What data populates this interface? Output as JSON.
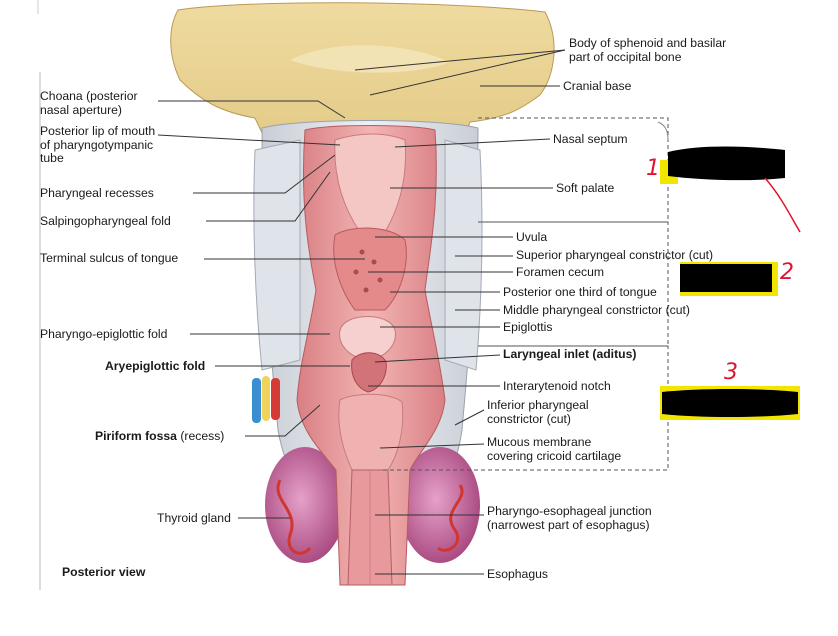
{
  "labels_left": [
    {
      "id": "choana",
      "text": "Choana (posterior\nnasal aperture)"
    },
    {
      "id": "posterior-lip",
      "text": "Posterior lip of mouth\nof pharyngotympanic\ntube"
    },
    {
      "id": "pharyngeal-recesses",
      "text": "Pharyngeal recesses"
    },
    {
      "id": "salpingopharyngeal-fold",
      "text": "Salpingopharyngeal fold"
    },
    {
      "id": "terminal-sulcus",
      "text": "Terminal sulcus of tongue"
    },
    {
      "id": "pharyngo-epiglottic-fold",
      "text": "Pharyngo-epiglottic fold"
    },
    {
      "id": "aryepiglottic-fold",
      "text": "Aryepiglottic fold",
      "bold": true
    },
    {
      "id": "piriform-fossa",
      "text": "Piriform fossa",
      "bold": true,
      "suffix": " (recess)"
    },
    {
      "id": "thyroid-gland",
      "text": "Thyroid gland"
    }
  ],
  "labels_right": [
    {
      "id": "body-of-sphenoid",
      "text": "Body of sphenoid and basilar\npart of occipital bone"
    },
    {
      "id": "cranial-base",
      "text": "Cranial base"
    },
    {
      "id": "nasal-septum",
      "text": "Nasal septum"
    },
    {
      "id": "soft-palate",
      "text": "Soft palate"
    },
    {
      "id": "uvula",
      "text": "Uvula"
    },
    {
      "id": "superior-constrictor",
      "text": "Superior pharyngeal constrictor (cut)"
    },
    {
      "id": "foramen-cecum",
      "text": "Foramen cecum"
    },
    {
      "id": "posterior-third-tongue",
      "text": "Posterior one third of tongue"
    },
    {
      "id": "middle-constrictor",
      "text": "Middle pharyngeal constrictor (cut)"
    },
    {
      "id": "epiglottis",
      "text": "Epiglottis"
    },
    {
      "id": "laryngeal-inlet",
      "text": "Laryngeal inlet (aditus)",
      "bold": true
    },
    {
      "id": "interarytenoid-notch",
      "text": "Interarytenoid notch"
    },
    {
      "id": "inferior-constrictor",
      "text": "Inferior pharyngeal\nconstrictor (cut)"
    },
    {
      "id": "mucous-membrane",
      "text": "Mucous membrane\ncovering cricoid cartilage"
    },
    {
      "id": "pharyngo-esophageal-junction",
      "text": "Pharyngo-esophageal junction\n(narrowest part of esophagus)"
    },
    {
      "id": "esophagus",
      "text": "Esophagus"
    }
  ],
  "view_label": "Posterior view",
  "annotations": {
    "numbers": [
      "1",
      "2",
      "3"
    ],
    "highlight_color": "#f2e600",
    "redaction_color": "#000000",
    "ink_color": "#e0152d"
  },
  "colors": {
    "bone": "#e8cf8c",
    "mucosa": "#e89a9c",
    "mucosa_light": "#f3c3c2",
    "muscle_cut": "#d8dde5",
    "thyroid": "#c35a96"
  }
}
